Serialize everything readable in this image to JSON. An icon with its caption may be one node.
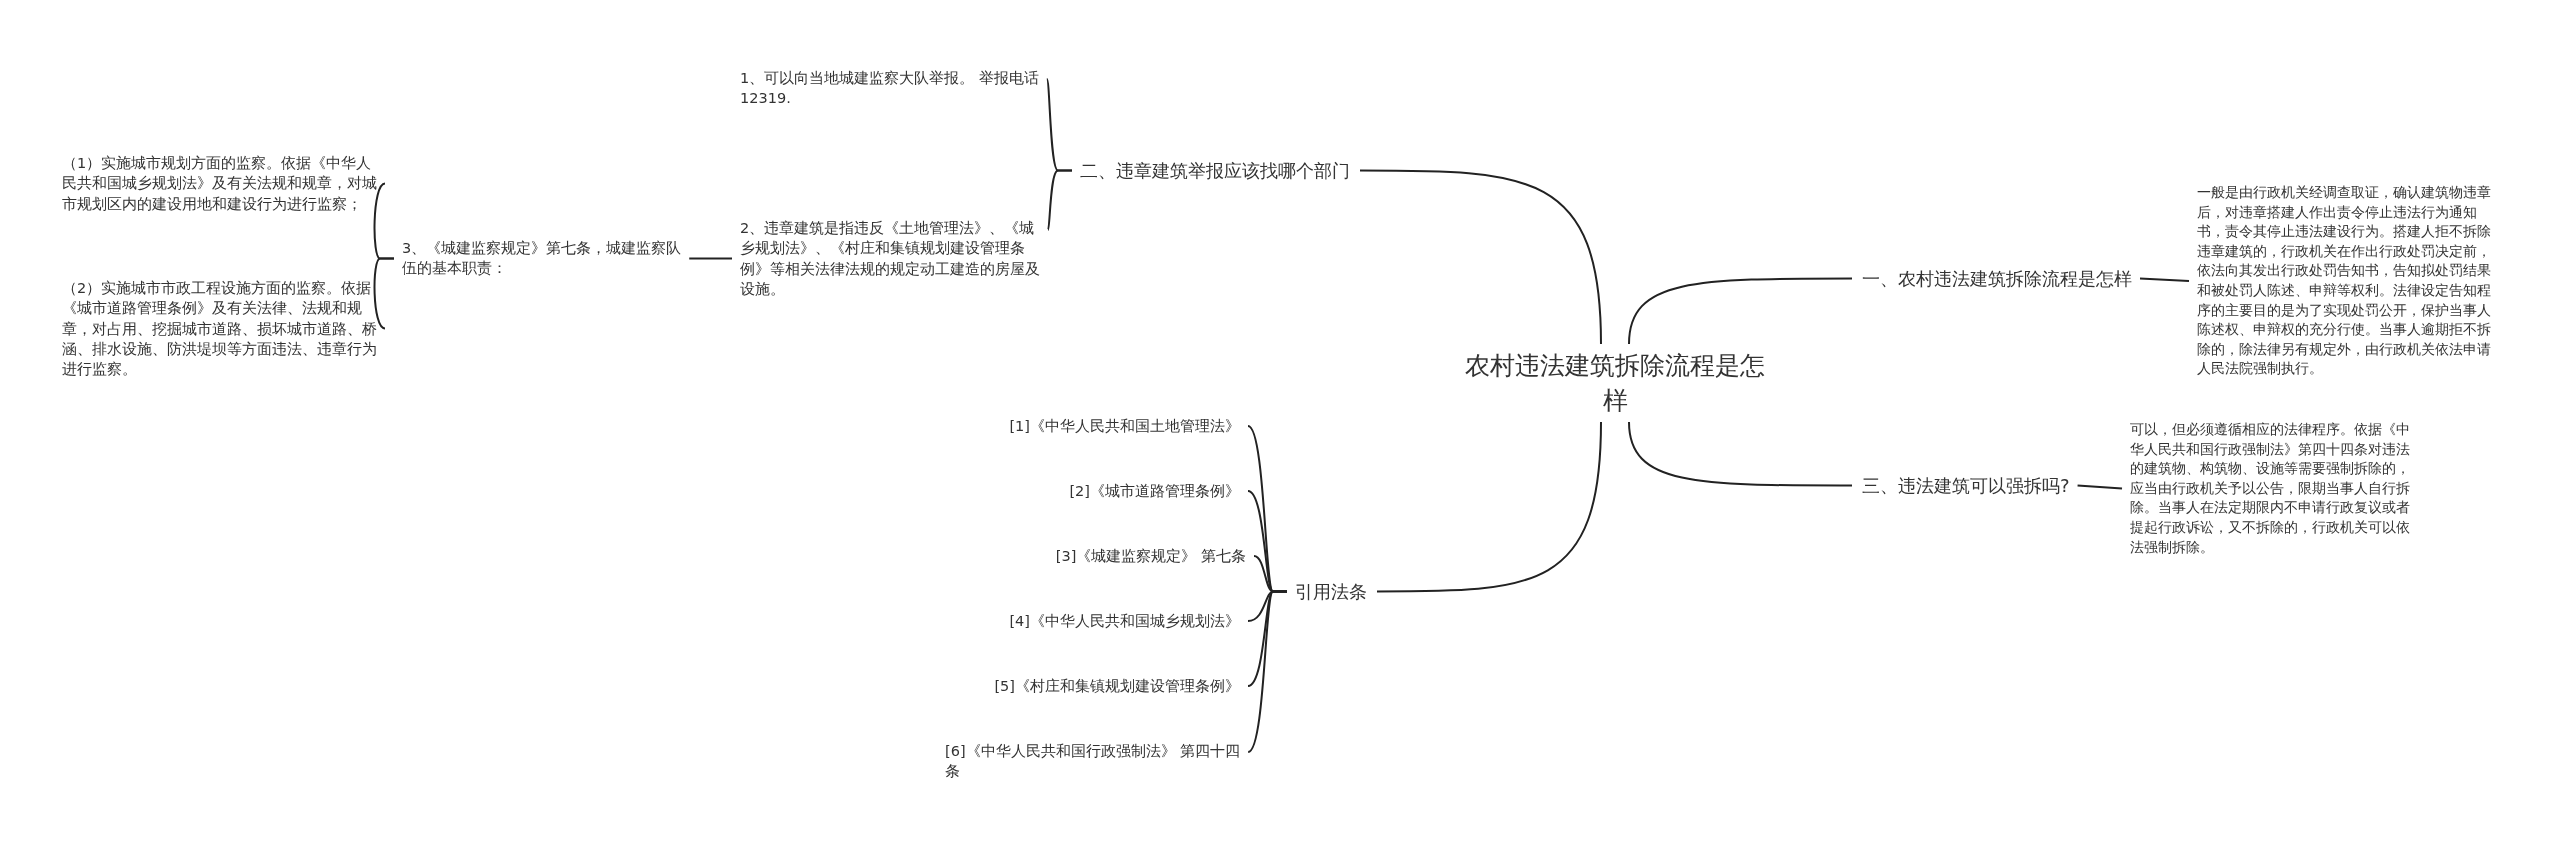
{
  "diagram": {
    "nodes": [
      {
        "text": [
          "农村违法建筑拆除流程是怎样"
        ]
      },
      {
        "text": [
          "二、违章建筑举报应该找哪个部门"
        ]
      },
      {
        "text": [
          "1、可以向当地城建监察大队举报。 举报电话12319."
        ]
      },
      {
        "text": [
          "2、违章建筑是指违反《土地管理法》、《城乡规划法》、《村庄和集镇规划建设管理条例》等相关法律法规的规定动工建造的房屋及设施。"
        ]
      },
      {
        "text": [
          "3、《城建监察规定》第七条，城建监察队伍的基本职责："
        ]
      },
      {
        "text": [
          "（1）实施城市规划方面的监察。依据《中华人民共和国城乡规划法》及有关法规和规章，对城市规划区内的建设用地和建设行为进行监察；"
        ]
      },
      {
        "text": [
          "（2）实施城市市政工程设施方面的监察。依据《城市道路管理条例》及有关法律、法规和规章，对占用、挖掘城市道路、损坏城市道路、桥涵、排水设施、防洪堤坝等方面违法、违章行为进行监察。"
        ]
      },
      {
        "text": [
          "一、农村违法建筑拆除流程是怎样"
        ]
      },
      {
        "text": [
          "一般是由行政机关经调查取证，确认建筑物违章后，对违章搭建人作出责令停止违法行为通知书，责令其停止违法建设行为。搭建人拒不拆除违章建筑的，行政机关在作出行政处罚决定前，依法向其发出行政处罚告知书，告知拟处罚结果和被处罚人陈述、申辩等权利。法律设定告知程序的主要目的是为了实现处罚公开，保护当事人陈述权、申辩权的充分行使。当事人逾期拒不拆除的，除法律另有规定外，由行政机关依法申请人民法院强制执行。"
        ]
      },
      {
        "text": [
          "三、违法建筑可以强拆吗?"
        ]
      },
      {
        "text": [
          "可以，但必须遵循相应的法律程序。依据《中华人民共和国行政强制法》第四十四条对违法的建筑物、构筑物、设施等需要强制拆除的，应当由行政机关予以公告，限期当事人自行拆除。当事人在法定期限内不申请行政复议或者提起行政诉讼，又不拆除的，行政机关可以依法强制拆除。"
        ]
      },
      {
        "text": [
          "引用法条"
        ]
      },
      {
        "text": [
          "[1]《中华人民共和国土地管理法》"
        ]
      },
      {
        "text": [
          "[2]《城市道路管理条例》"
        ]
      },
      {
        "text": [
          "[3]《城建监察规定》 第七条"
        ]
      },
      {
        "text": [
          "[4]《中华人民共和国城乡规划法》"
        ]
      },
      {
        "text": [
          "[5]《村庄和集镇规划建设管理条例》"
        ]
      },
      {
        "text": [
          "[6]《中华人民共和国行政强制法》 第四十四条"
        ]
      }
    ],
    "edges": [
      {
        "from": 0,
        "to": 1,
        "arrow": "none"
      },
      {
        "from": 1,
        "to": 2,
        "arrow": "none"
      },
      {
        "from": 1,
        "to": 3,
        "arrow": "none"
      },
      {
        "from": 3,
        "to": 4,
        "arrow": "none"
      },
      {
        "from": 4,
        "to": 5,
        "arrow": "none"
      },
      {
        "from": 4,
        "to": 6,
        "arrow": "none"
      },
      {
        "from": 0,
        "to": 7,
        "arrow": "none"
      },
      {
        "from": 7,
        "to": 8,
        "arrow": "none"
      },
      {
        "from": 0,
        "to": 9,
        "arrow": "none"
      },
      {
        "from": 9,
        "to": 10,
        "arrow": "none"
      },
      {
        "from": 0,
        "to": 11,
        "arrow": "none"
      },
      {
        "from": 11,
        "to": 12,
        "arrow": "none"
      },
      {
        "from": 11,
        "to": 13,
        "arrow": "none"
      },
      {
        "from": 11,
        "to": 14,
        "arrow": "none"
      },
      {
        "from": 11,
        "to": 15,
        "arrow": "none"
      },
      {
        "from": 11,
        "to": 16,
        "arrow": "none"
      },
      {
        "from": 11,
        "to": 17,
        "arrow": "none"
      }
    ]
  }
}
